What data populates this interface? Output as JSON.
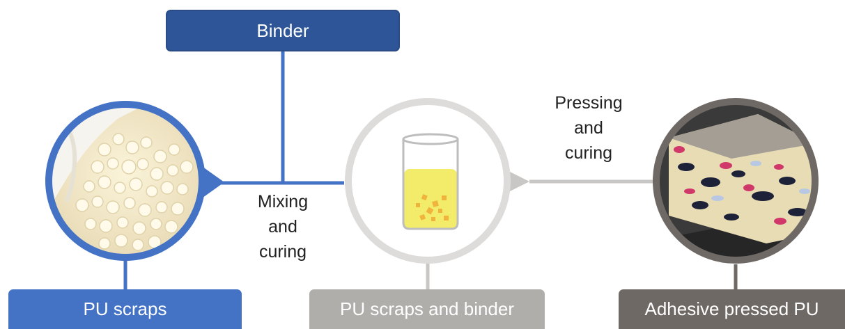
{
  "binder_box": {
    "label": "Binder",
    "color": "#2e5597"
  },
  "pu_scraps_box": {
    "label": "PU scraps",
    "color": "#4472c4"
  },
  "mixture_box": {
    "label": "PU scraps and binder",
    "color": "#b0aeab"
  },
  "pressed_box": {
    "label": "Adhesive pressed PU",
    "color": "#6f6966"
  },
  "step_mixing": {
    "line1": "Mixing",
    "line2": "and",
    "line3": "curing"
  },
  "step_pressing": {
    "line1": "Pressing",
    "line2": "and",
    "line3": "curing"
  },
  "colors": {
    "blue_line": "#4472c4",
    "gray_line": "#c9c7c5",
    "dark_ring": "#6f6966",
    "liquid": "#f3ec6a",
    "cube": "#f0b43c"
  },
  "icons": [
    "pu-scraps-photo",
    "beaker-icon",
    "pressed-foam-photo"
  ]
}
